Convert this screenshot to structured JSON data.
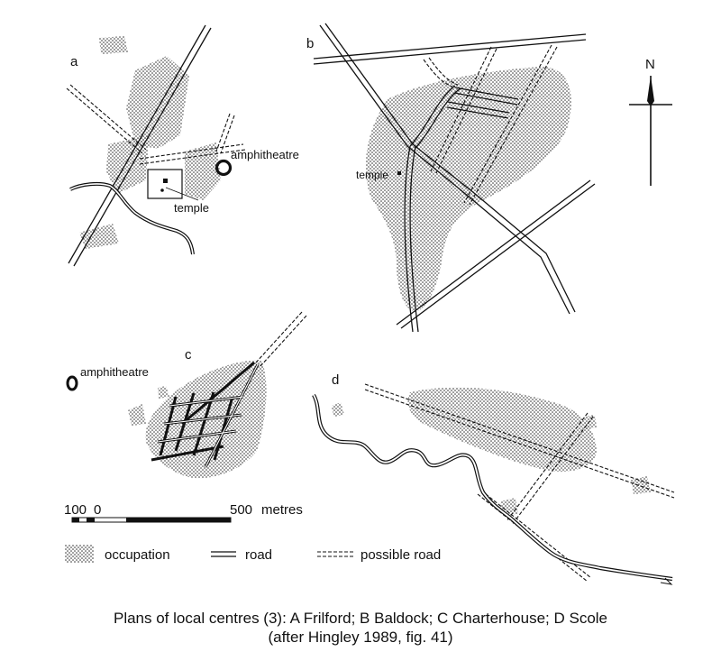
{
  "panels": {
    "a": {
      "letter": "a",
      "labels": {
        "amphitheatre": "amphitheatre",
        "temple": "temple"
      }
    },
    "b": {
      "letter": "b",
      "labels": {
        "temple": "temple"
      }
    },
    "c": {
      "letter": "c",
      "labels": {
        "amphitheatre": "amphitheatre"
      }
    },
    "d": {
      "letter": "d"
    }
  },
  "north_label": "N",
  "scale": {
    "left": "100",
    "zero": "0",
    "right": "500",
    "unit": "metres"
  },
  "legend": {
    "occupation": "occupation",
    "road": "road",
    "possible_road": "possible road"
  },
  "caption": {
    "line1": "Plans of local centres (3): A Frilford; B Baldock; C Charterhouse; D Scole",
    "line2": "(after Hingley 1989, fig. 41)"
  }
}
